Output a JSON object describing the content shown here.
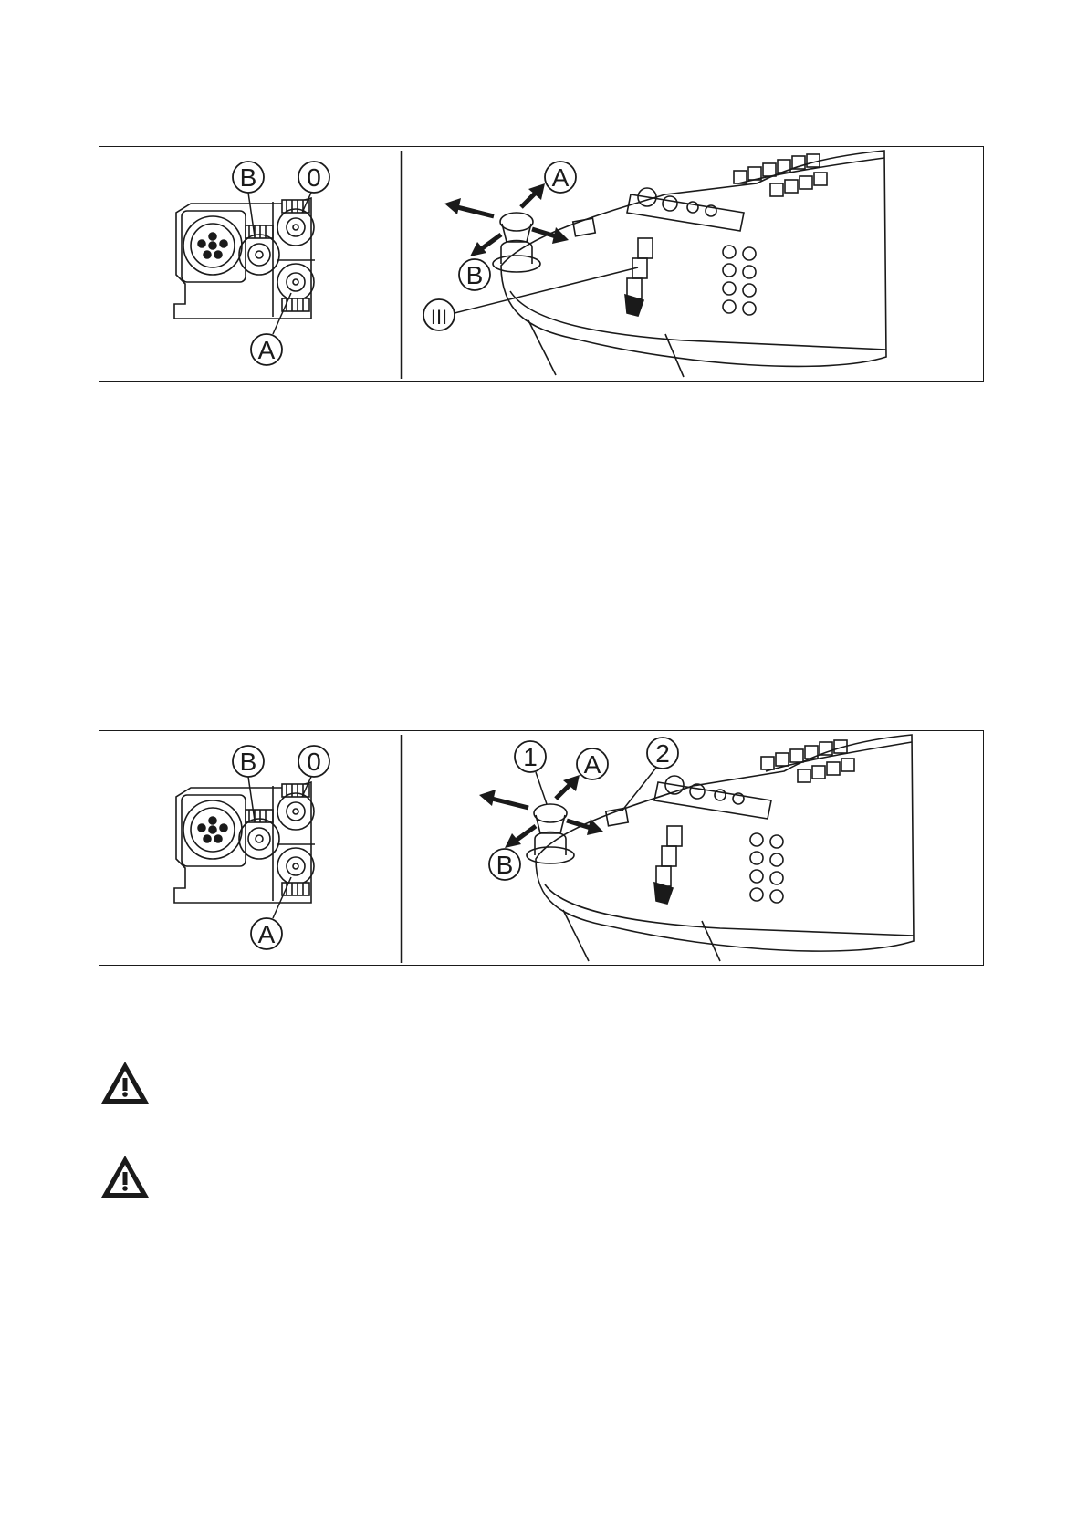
{
  "figure_1": {
    "left_panel_labels": {
      "b": "B",
      "zero": "0",
      "a": "A"
    },
    "right_panel_labels": {
      "a": "A",
      "b": "B",
      "three": "III"
    }
  },
  "figure_2": {
    "left_panel_labels": {
      "b": "B",
      "zero": "0",
      "a": "A"
    },
    "right_panel_labels": {
      "one": "1",
      "two": "2",
      "a": "A",
      "b": "B"
    }
  },
  "icons": [
    "warning-triangle-icon",
    "warning-triangle-icon"
  ],
  "colors": {
    "line": "#1a1a1a",
    "background": "#ffffff"
  }
}
